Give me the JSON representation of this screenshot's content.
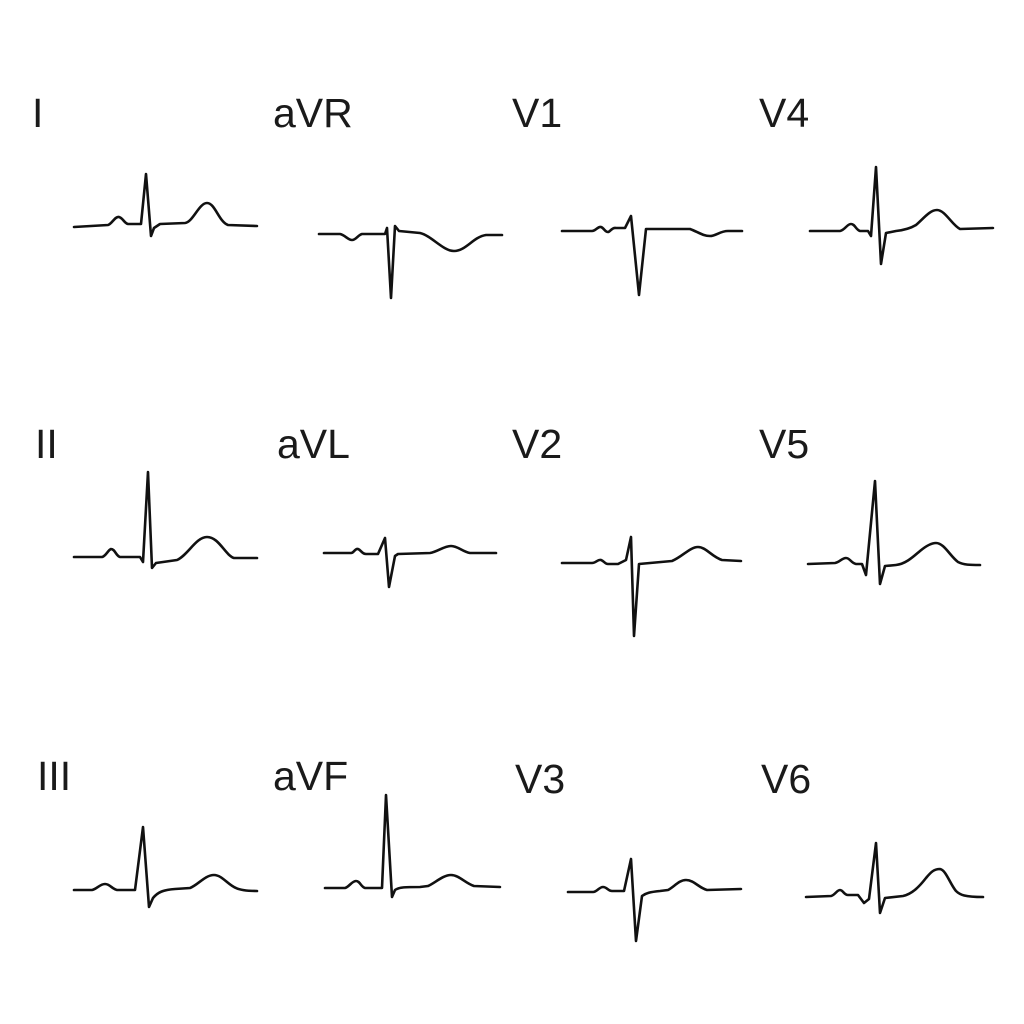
{
  "leads": [
    {
      "id": "I",
      "label": "I"
    },
    {
      "id": "aVR",
      "label": "aVR"
    },
    {
      "id": "V1",
      "label": "V1"
    },
    {
      "id": "V4",
      "label": "V4"
    },
    {
      "id": "II",
      "label": "II"
    },
    {
      "id": "aVL",
      "label": "aVL"
    },
    {
      "id": "V2",
      "label": "V2"
    },
    {
      "id": "V5",
      "label": "V5"
    },
    {
      "id": "III",
      "label": "III"
    },
    {
      "id": "aVF",
      "label": "aVF"
    },
    {
      "id": "V3",
      "label": "V3"
    },
    {
      "id": "V6",
      "label": "V6"
    }
  ],
  "style": {
    "trace_color": "#111111",
    "label_color": "#1a1a1a",
    "background": "#ffffff"
  }
}
